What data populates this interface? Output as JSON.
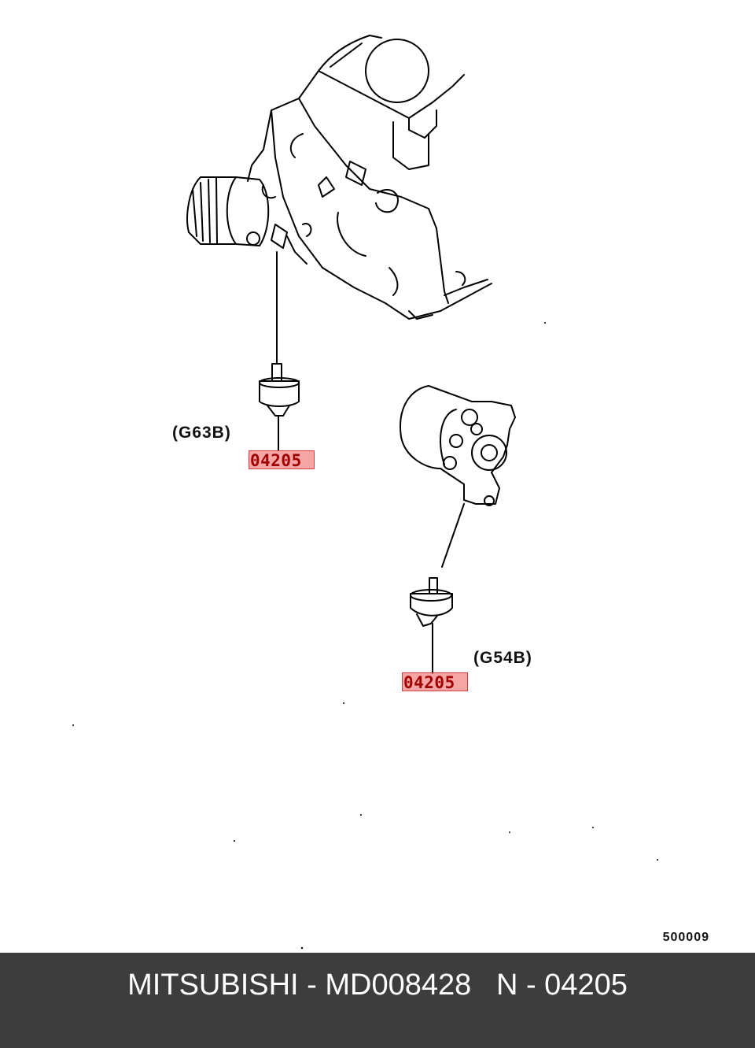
{
  "labels": {
    "engine_g63b": "(G63B)",
    "engine_g54b": "(G54B)",
    "callout_1": "04205",
    "callout_2": "04205",
    "diagram_code": "500009"
  },
  "footer": {
    "text": "MITSUBISHI - MD008428   N - 04205"
  },
  "colors": {
    "highlight": "#f06e6e",
    "footer_bg": "#3d3d3d"
  }
}
